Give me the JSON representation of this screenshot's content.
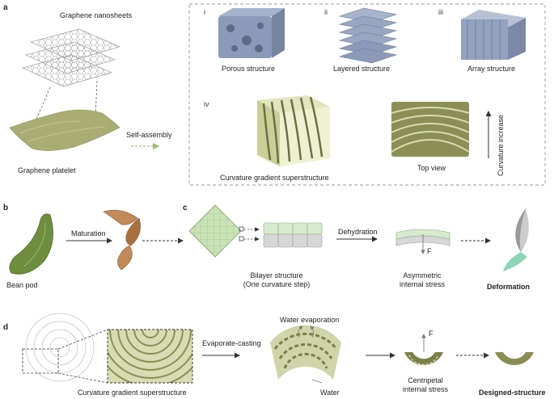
{
  "panels": {
    "a": "a",
    "b": "b",
    "c": "c",
    "d": "d"
  },
  "panel_a": {
    "graphene_nanosheets": "Graphene nanosheets",
    "graphene_platelet": "Graphene  platelet",
    "self_assembly": "Self-assembly",
    "roman_i": "i",
    "roman_ii": "ii",
    "roman_iii": "iii",
    "roman_iv": "iv",
    "porous_structure": "Porous structure",
    "layered_structure": "Layered structure",
    "array_structure": "Array structure",
    "curvature_gradient_superstructure": "Curvature gradient superstructure",
    "top_view": "Top view",
    "curvature_increase": "Curvature increase"
  },
  "panel_b": {
    "bean_pod": "Bean pod",
    "maturation": "Maturation"
  },
  "panel_c": {
    "bilayer_structure_line1": "Bilayer structure",
    "bilayer_structure_line2": "(One curvature step)",
    "dehydration": "Dehydration",
    "force_label": "F",
    "asymmetric_line1": "Asymmetric",
    "asymmetric_line2": "internal stress",
    "deformation": "Deformation"
  },
  "panel_d": {
    "curvature_gradient_superstructure": "Curvature gradient superstructure",
    "evaporate_casting": "Evaporate-casting",
    "water_evaporation": "Water evaporation",
    "water": "Water",
    "force_label": "F",
    "centripetal_line1": "Centripetal",
    "centripetal_line2": "internal stress",
    "designed_structure": "Designed-structure"
  },
  "colors": {
    "sheet_blue": "#9aa8c2",
    "olive_green": "#7b7f48",
    "pale_green": "#cfd5a8",
    "light_green_cell": "#d6ebcc",
    "grey_cell": "#d7d7d7",
    "pod_green": "#6f8d3f",
    "pod_brown": "#b07a4f",
    "arrow": "#333333",
    "dashed_arrow": "#9bbf7a"
  }
}
